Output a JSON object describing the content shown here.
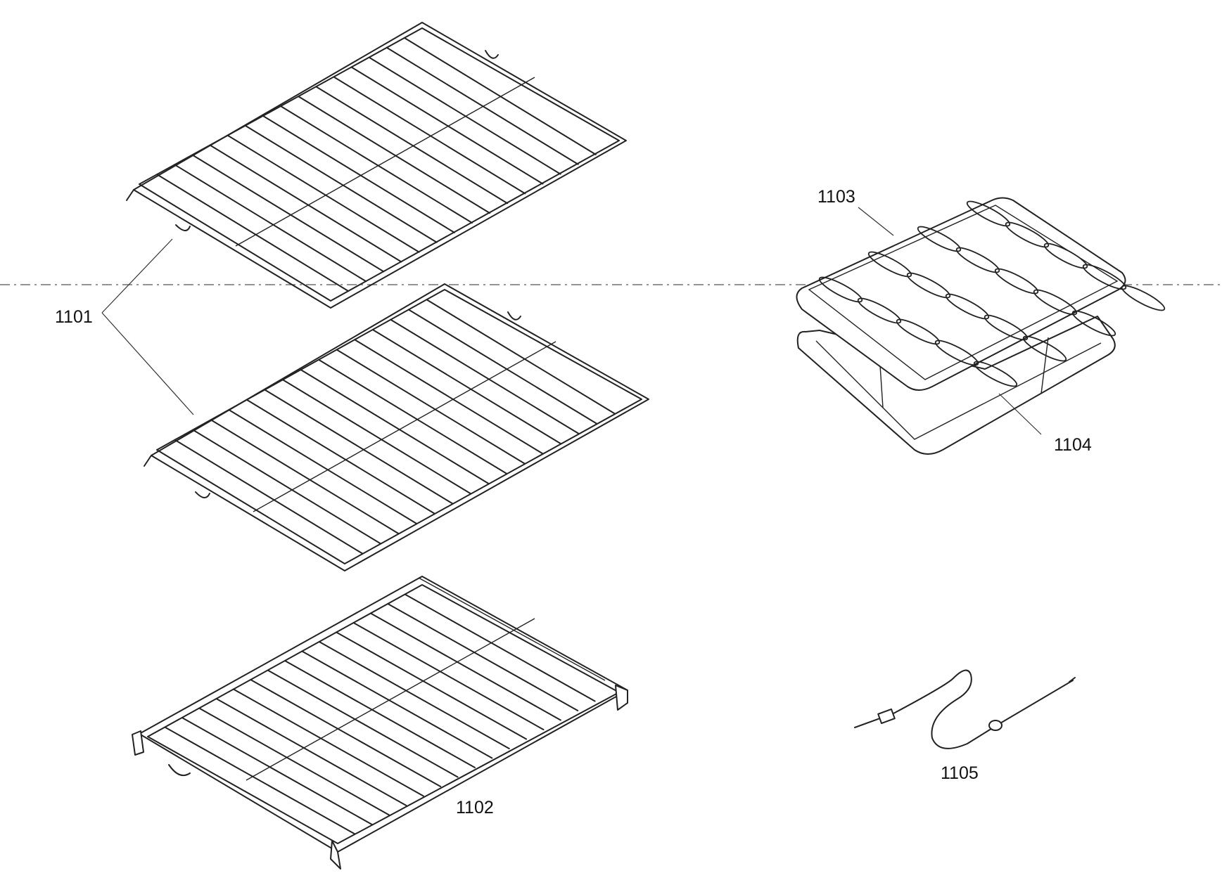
{
  "labels": {
    "rack": "1101",
    "sliding_rack": "1102",
    "broil_grid": "1103",
    "broil_pan": "1104",
    "meat_probe": "1105"
  },
  "colors": {
    "line": "#222222",
    "background": "#ffffff"
  }
}
